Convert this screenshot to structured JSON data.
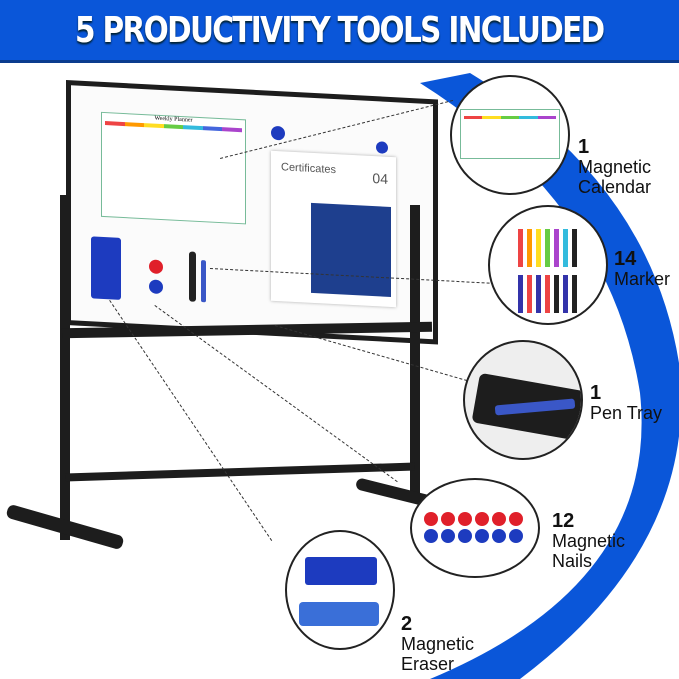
{
  "header": {
    "title": "5 PRODUCTIVITY TOOLS INCLUDED"
  },
  "board": {
    "planner_title": "Weekly Planner",
    "poster_title": "Certificates",
    "poster_number": "04"
  },
  "tools": [
    {
      "count": "1",
      "name": "Magnetic Calendar"
    },
    {
      "count": "14",
      "name": "Marker"
    },
    {
      "count": "1",
      "name": "Pen Tray"
    },
    {
      "count": "12",
      "name": "Magnetic Nails"
    },
    {
      "count": "2",
      "name": "Magnetic Eraser"
    }
  ],
  "colors": {
    "brand_blue": "#0a56d9",
    "frame": "#1d1d1d",
    "magnet_red": "#e0202a",
    "magnet_blue": "#1d3bbf"
  }
}
